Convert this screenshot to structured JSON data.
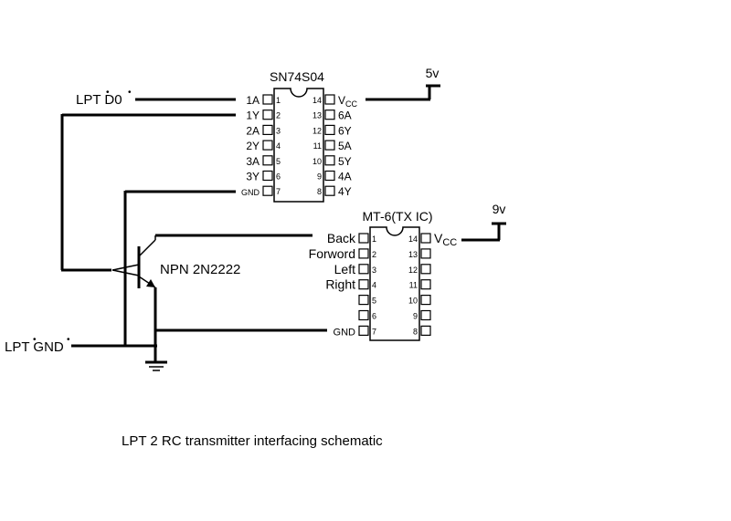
{
  "ic1": {
    "name": "SN74S04",
    "left_labels": [
      "1A",
      "1Y",
      "2A",
      "2Y",
      "3A",
      "3Y",
      "GND"
    ],
    "left_pins": [
      "1",
      "2",
      "3",
      "4",
      "5",
      "6",
      "7"
    ],
    "right_labels": [
      "VCC",
      "6A",
      "6Y",
      "5A",
      "5Y",
      "4A",
      "4Y"
    ],
    "right_pins": [
      "14",
      "13",
      "12",
      "11",
      "10",
      "9",
      "8"
    ]
  },
  "ic2": {
    "name": "MT-6(TX IC)",
    "left_labels": [
      "Back",
      "Forword",
      "Left",
      "Right",
      "",
      "",
      "GND"
    ],
    "left_pins": [
      "1",
      "2",
      "3",
      "4",
      "5",
      "6",
      "7"
    ],
    "right_labels": [
      "VCC",
      "",
      "",
      "",
      "",
      "",
      ""
    ],
    "right_pins": [
      "14",
      "13",
      "12",
      "11",
      "10",
      "9",
      "8"
    ]
  },
  "supply_5v": "5v",
  "supply_9v": "9v",
  "lpt_d0": "LPT D0",
  "lpt_gnd": "LPT GND",
  "transistor": "NPN 2N2222",
  "caption": "LPT 2 RC transmitter interfacing schematic"
}
